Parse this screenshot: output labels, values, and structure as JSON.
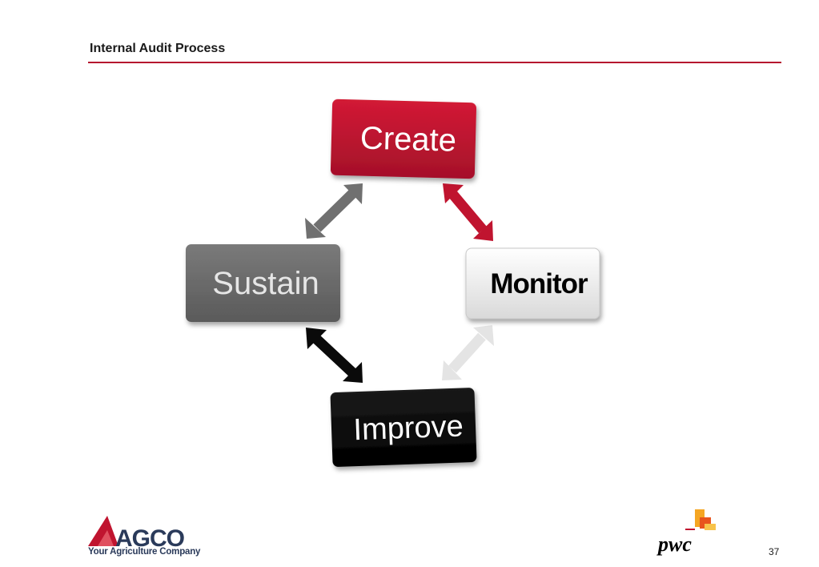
{
  "header": {
    "title": "Internal Audit Process"
  },
  "diagram": {
    "nodes": {
      "create": "Create",
      "monitor": "Monitor",
      "improve": "Improve",
      "sustain": "Sustain"
    }
  },
  "footer": {
    "agco_brand": "AGCO",
    "agco_tagline": "Your Agriculture Company",
    "pwc_brand": "pwc",
    "page_number": "37"
  },
  "colors": {
    "accent": "#b5162e",
    "sustain": "#6b6b6b",
    "improve": "#050505",
    "monitor": "#f0f0f0"
  }
}
